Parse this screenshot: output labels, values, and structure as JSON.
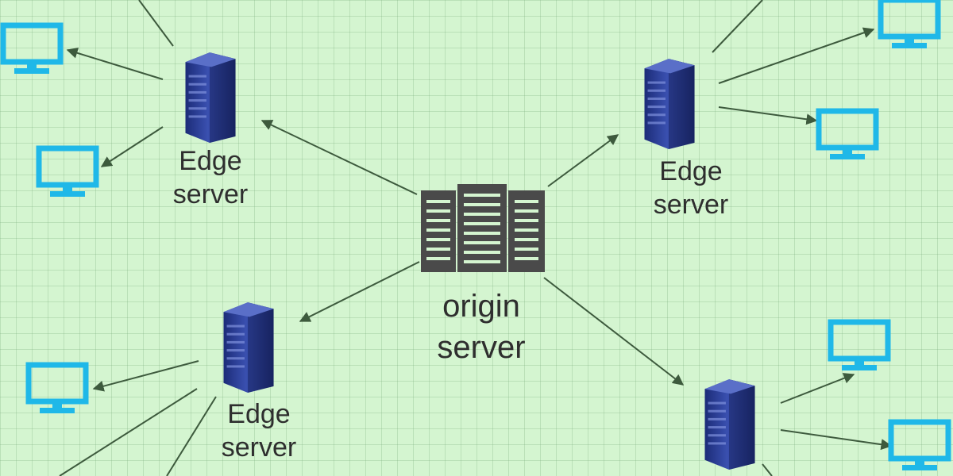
{
  "diagram": {
    "colors": {
      "background": "#d4f5d0",
      "edge_server": "#2b3f96",
      "origin_server": "#4a4a4a",
      "client_monitor": "#1fb8e8",
      "connector": "#3d5a3d",
      "label_text": "#2e2e2e"
    },
    "nodes": {
      "origin": {
        "type": "origin-server-icon",
        "label_line1": "origin",
        "label_line2": "server"
      },
      "edge_top_left": {
        "type": "edge-server-icon",
        "label_line1": "Edge",
        "label_line2": "server"
      },
      "edge_top_right": {
        "type": "edge-server-icon",
        "label_line1": "Edge",
        "label_line2": "server"
      },
      "edge_bottom_left": {
        "type": "edge-server-icon",
        "label_line1": "Edge",
        "label_line2": "server"
      },
      "edge_bottom_right": {
        "type": "edge-server-icon"
      },
      "clients": [
        {
          "id": "client-tl-1",
          "type": "monitor-icon",
          "server": "edge_top_left"
        },
        {
          "id": "client-tl-2",
          "type": "monitor-icon",
          "server": "edge_top_left"
        },
        {
          "id": "client-tr-1",
          "type": "monitor-icon",
          "server": "edge_top_right"
        },
        {
          "id": "client-tr-2",
          "type": "monitor-icon",
          "server": "edge_top_right"
        },
        {
          "id": "client-bl-1",
          "type": "monitor-icon",
          "server": "edge_bottom_left"
        },
        {
          "id": "client-br-1",
          "type": "monitor-icon",
          "server": "edge_bottom_right"
        },
        {
          "id": "client-br-2",
          "type": "monitor-icon",
          "server": "edge_bottom_right"
        }
      ]
    }
  }
}
